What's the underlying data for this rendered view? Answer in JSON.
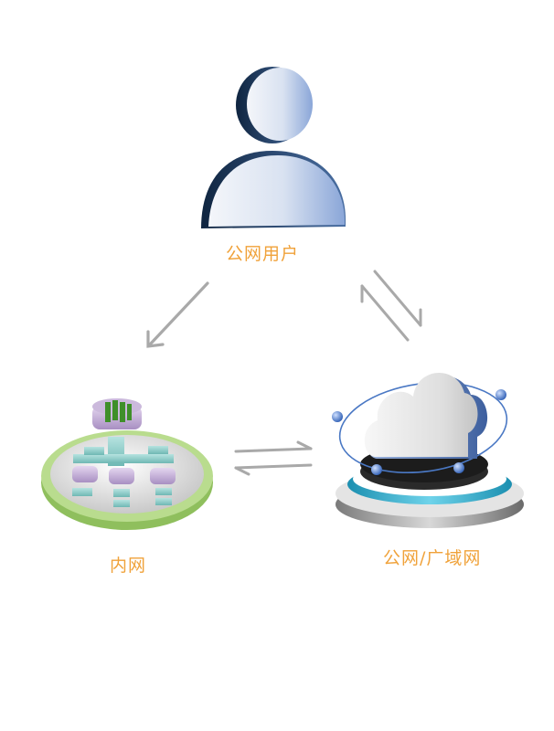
{
  "nodes": {
    "user": {
      "label": "公网用户",
      "icon": "user-icon"
    },
    "intranet": {
      "label": "内网",
      "icon": "intranet-network-icon"
    },
    "wan": {
      "label": "公网/广域网",
      "icon": "cloud-icon"
    }
  },
  "colors": {
    "label": "#f0a23a",
    "arrow": "#a9a9a9",
    "user_blue": "#7e9bd2",
    "user_dark": "#1d3557",
    "intranet_ring": "#9cc96b",
    "wan_ring": "#2aa7c9",
    "orbit": "#4a78c4"
  },
  "edges": [
    {
      "from": "user",
      "to": "intranet",
      "direction": "one-way"
    },
    {
      "from": "user",
      "to": "wan",
      "direction": "two-way"
    },
    {
      "from": "intranet",
      "to": "wan",
      "direction": "two-way"
    }
  ]
}
